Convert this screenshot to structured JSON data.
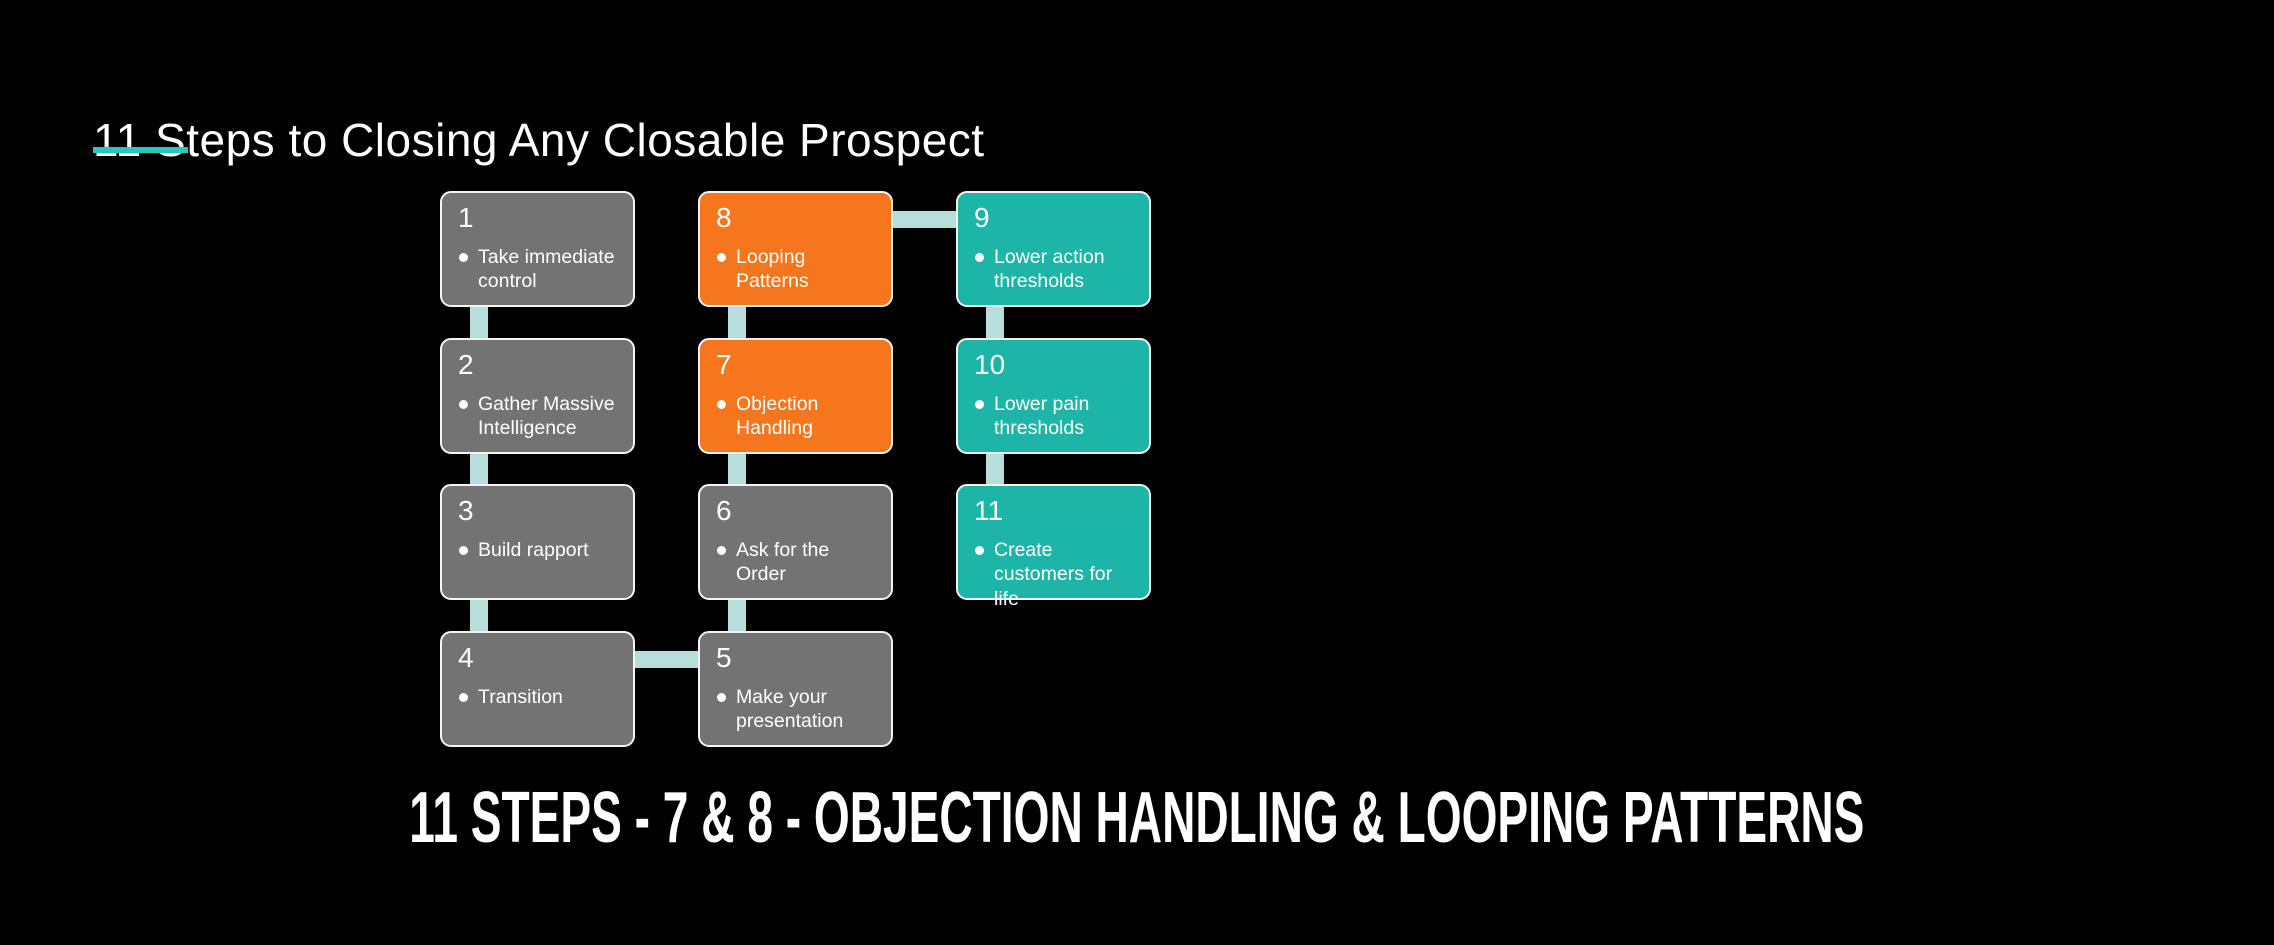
{
  "title": {
    "text": "11 Steps to Closing Any Closable Prospect"
  },
  "footer": {
    "text": "11 STEPS - 7 & 8 - OBJECTION HANDLING & LOOPING PATTERNS"
  },
  "colors": {
    "background": "#000000",
    "text": "#ffffff",
    "gray": "#737373",
    "orange": "#F5761D",
    "teal": "#1DB5A7",
    "connector": "#B6DEDA",
    "underline": "#2BC8BA",
    "box_border": "#f4f4f4"
  },
  "diagram": {
    "steps": [
      {
        "number": "1",
        "label": "Take immediate\ncontrol",
        "variant": "gray",
        "col": 0,
        "row": 0
      },
      {
        "number": "2",
        "label": "Gather Massive\nIntelligence",
        "variant": "gray",
        "col": 0,
        "row": 1
      },
      {
        "number": "3",
        "label": "Build rapport",
        "variant": "gray",
        "col": 0,
        "row": 2
      },
      {
        "number": "4",
        "label": "Transition",
        "variant": "gray",
        "col": 0,
        "row": 3
      },
      {
        "number": "5",
        "label": "Make your\npresentation",
        "variant": "gray",
        "col": 1,
        "row": 3
      },
      {
        "number": "6",
        "label": "Ask for the Order",
        "variant": "gray",
        "col": 1,
        "row": 2
      },
      {
        "number": "7",
        "label": "Objection\nHandling",
        "variant": "orange",
        "col": 1,
        "row": 1
      },
      {
        "number": "8",
        "label": "Looping Patterns",
        "variant": "orange",
        "col": 1,
        "row": 0
      },
      {
        "number": "9",
        "label": "Lower action\nthresholds",
        "variant": "teal",
        "col": 2,
        "row": 0
      },
      {
        "number": "10",
        "label": "Lower pain\nthresholds",
        "variant": "teal",
        "col": 2,
        "row": 1
      },
      {
        "number": "11",
        "label": "Create\ncustomers for life",
        "variant": "teal",
        "col": 2,
        "row": 2
      }
    ],
    "connectors": [
      {
        "type": "v",
        "col": 0,
        "fromRow": 0
      },
      {
        "type": "v",
        "col": 0,
        "fromRow": 1
      },
      {
        "type": "v",
        "col": 0,
        "fromRow": 2
      },
      {
        "type": "v",
        "col": 1,
        "fromRow": 0
      },
      {
        "type": "v",
        "col": 1,
        "fromRow": 1
      },
      {
        "type": "v",
        "col": 1,
        "fromRow": 2
      },
      {
        "type": "v",
        "col": 2,
        "fromRow": 0
      },
      {
        "type": "v",
        "col": 2,
        "fromRow": 1
      },
      {
        "type": "h",
        "row": 0,
        "fromCol": 1
      },
      {
        "type": "h",
        "row": 3,
        "fromCol": 0
      }
    ]
  }
}
